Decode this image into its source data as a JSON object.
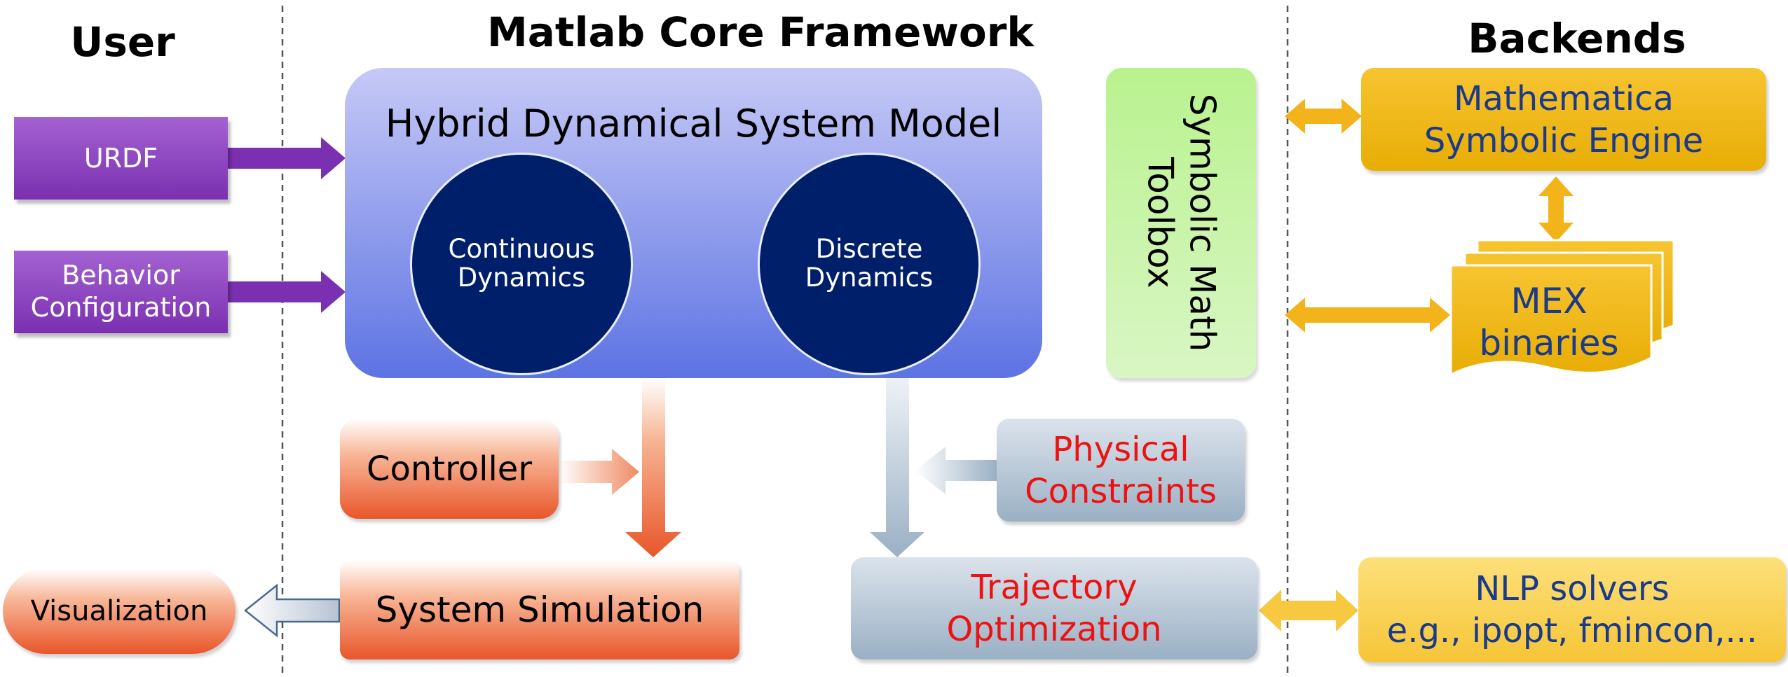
{
  "headers": {
    "user": "User",
    "core": "Matlab Core Framework",
    "backends": "Backends"
  },
  "user_inputs": {
    "urdf": "URDF",
    "behavior_line1": "Behavior",
    "behavior_line2": "Configuration"
  },
  "hybrid_model": {
    "title": "Hybrid Dynamical System Model",
    "continuous_line1": "Continuous",
    "continuous_line2": "Dynamics",
    "discrete_line1": "Discrete",
    "discrete_line2": "Dynamics"
  },
  "symbolic_toolbox": {
    "line1": "Symbolic Math",
    "line2": "Toolbox"
  },
  "controller": "Controller",
  "system_simulation": "System Simulation",
  "visualization": "Visualization",
  "physical_constraints": {
    "line1": "Physical",
    "line2": "Constraints"
  },
  "trajectory_optimization": {
    "line1": "Trajectory",
    "line2": "Optimization"
  },
  "backends": {
    "mathematica_line1": "Mathematica",
    "mathematica_line2": "Symbolic Engine",
    "mex_line1": "MEX",
    "mex_line2": "binaries",
    "nlp_line1": "NLP solvers",
    "nlp_line2": "e.g., ipopt, fmincon,..."
  },
  "colors": {
    "user_input": "#7a30b0",
    "core_model": "#6a82e6",
    "dynamics_circle": "#001f6b",
    "simulation": "#e8562a",
    "optimization": "#9ab0c4",
    "backend": "#e8ad05",
    "symbolic": "#c8f2a8",
    "constraint_text": "#ee1111",
    "backend_text": "#1a3a8a"
  }
}
